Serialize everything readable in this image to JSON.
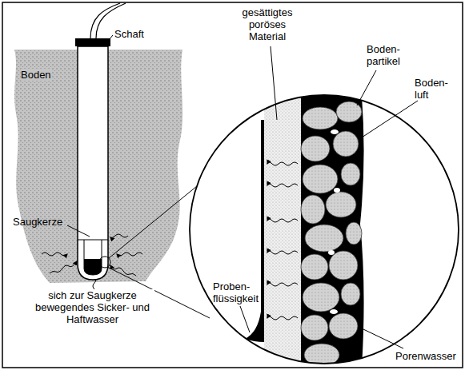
{
  "diagram": {
    "labels": [
      "Schaft",
      "Boden",
      "Saugkerze",
      "sich zur Saugkerze bewegendes Sicker- und Haftwasser",
      "gesättigtes poröses Material",
      "Boden- partikel",
      "Boden- luft",
      "Proben- flüssigkeit",
      "Porenwasser"
    ]
  }
}
